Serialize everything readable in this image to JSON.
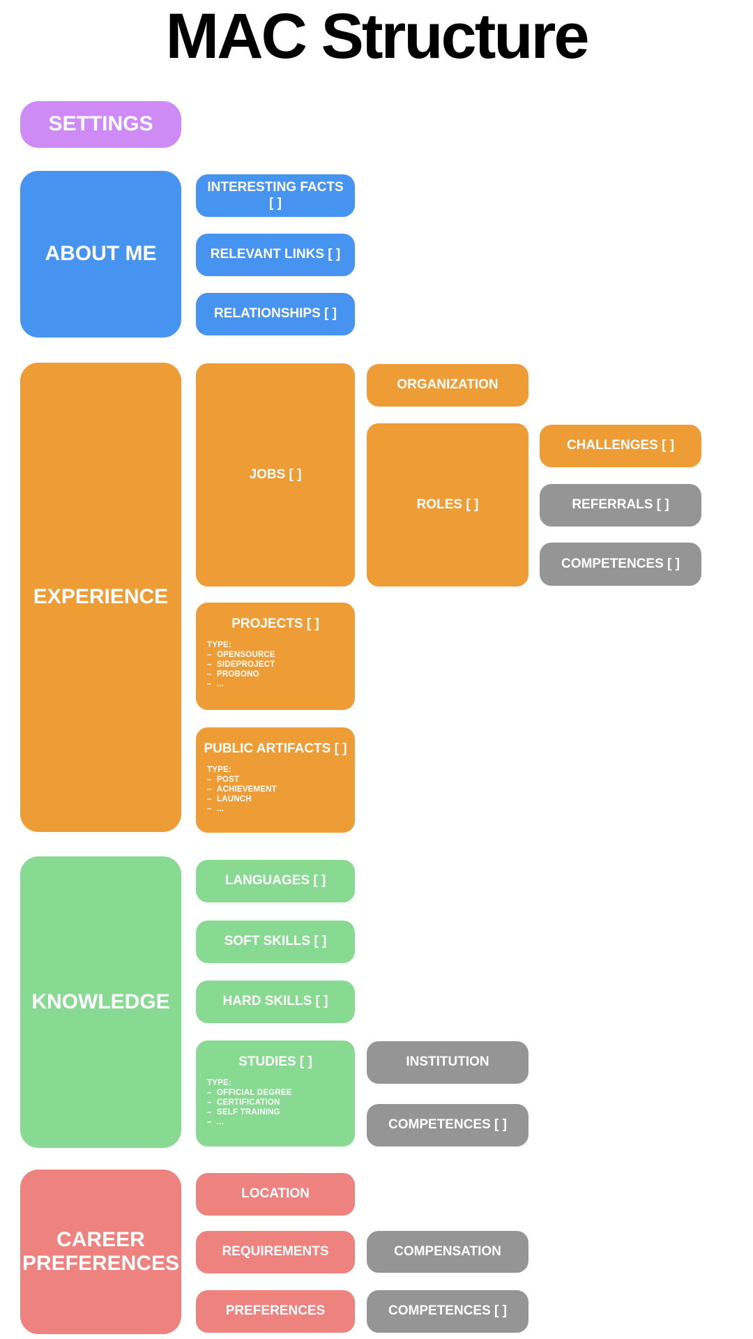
{
  "page_title": "MAC Structure",
  "bullet": "–",
  "colors": {
    "purple": "#cf8bf5",
    "blue": "#4793f0",
    "orange": "#ee9c35",
    "gray": "#959595",
    "green": "#88da93",
    "salmon": "#ee827f",
    "node_text": "#ffffff",
    "title_text": "#000000",
    "background": "#ffffff"
  },
  "nodes": {
    "settings": {
      "label": "SETTINGS"
    },
    "about_me": {
      "label": "ABOUT ME"
    },
    "interesting_facts": {
      "label": "INTERESTING FACTS [ ]"
    },
    "relevant_links": {
      "label": "RELEVANT LINKS [ ]"
    },
    "relationships": {
      "label": "RELATIONSHIPS [ ]"
    },
    "experience": {
      "label": "EXPERIENCE"
    },
    "jobs": {
      "label": "JOBS [ ]"
    },
    "organization": {
      "label": "ORGANIZATION"
    },
    "roles": {
      "label": "ROLES [ ]"
    },
    "challenges": {
      "label": "CHALLENGES [ ]"
    },
    "referrals": {
      "label": "REFERRALS [ ]"
    },
    "competences_roles": {
      "label": "COMPETENCES [ ]"
    },
    "projects": {
      "label": "PROJECTS [ ]",
      "type_heading": "TYPE:",
      "types": [
        "OPENSOURCE",
        "SIDEPROJECT",
        "PROBONO",
        "..."
      ]
    },
    "public_artifacts": {
      "label": "PUBLIC ARTIFACTS [ ]",
      "type_heading": "TYPE:",
      "types": [
        "POST",
        "ACHIEVEMENT",
        "LAUNCH",
        "..."
      ]
    },
    "knowledge": {
      "label": "KNOWLEDGE"
    },
    "languages": {
      "label": "LANGUAGES [ ]"
    },
    "soft_skills": {
      "label": "SOFT SKILLS [ ]"
    },
    "hard_skills": {
      "label": "HARD SKILLS [ ]"
    },
    "studies": {
      "label": "STUDIES [ ]",
      "type_heading": "TYPE:",
      "types": [
        "OFFICIAL DEGREE",
        "CERTIFICATION",
        "SELF TRAINING",
        "..."
      ]
    },
    "institution": {
      "label": "INSTITUTION"
    },
    "competences_studies": {
      "label": "COMPETENCES [ ]"
    },
    "career_preferences": {
      "label": "CAREER PREFERENCES"
    },
    "location": {
      "label": "LOCATION"
    },
    "requirements": {
      "label": "REQUIREMENTS"
    },
    "compensation": {
      "label": "COMPENSATION"
    },
    "preferences": {
      "label": "PREFERENCES"
    },
    "competences_career": {
      "label": "COMPETENCES [ ]"
    }
  }
}
